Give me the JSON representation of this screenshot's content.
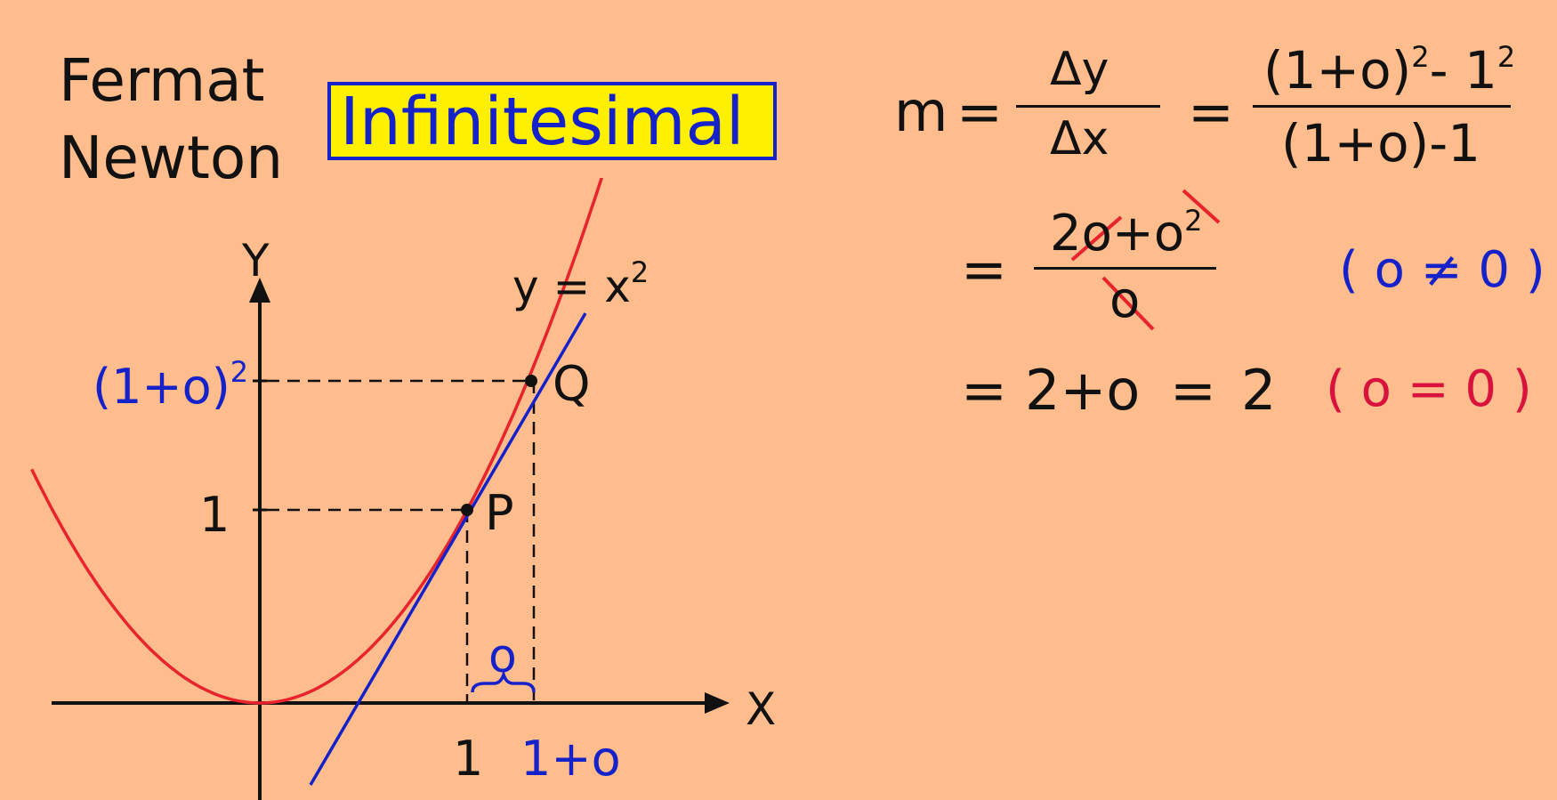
{
  "heading": {
    "line1": "Fermat",
    "line2": "Newton",
    "badge": "Infinitesimal"
  },
  "graph": {
    "y_axis_label": "Y",
    "x_axis_label": "X",
    "curve_label_base": "y = x",
    "curve_label_exp": "2",
    "y_tick_q_base": "(1+o)",
    "y_tick_q_exp": "2",
    "y_tick_p": "1",
    "x_tick_p": "1",
    "x_tick_q": "1+o",
    "point_p": "P",
    "point_q": "Q",
    "brace_label": "o",
    "colors": {
      "curve": "#E8232C",
      "tangent": "#1522C9",
      "axes": "#111111"
    }
  },
  "equations": {
    "line1": {
      "lhs": "m",
      "eq1": "=",
      "frac1_num": "Δy",
      "frac1_den": "Δx",
      "eq2": "=",
      "frac2_num_a": "(1+o)",
      "frac2_num_exp1": "2",
      "frac2_num_b": "- 1",
      "frac2_num_exp2": "2",
      "frac2_den": "(1+o)-1"
    },
    "line2": {
      "eq": "=",
      "num_a": "2",
      "num_b": "o",
      "num_c": "+o",
      "num_exp": "2",
      "den": "o",
      "condition": "( o ≠ 0 )"
    },
    "line3": {
      "eq1": "=",
      "expr": "2+o",
      "eq2": "=",
      "result": "2",
      "condition": "( o = 0 )"
    }
  }
}
